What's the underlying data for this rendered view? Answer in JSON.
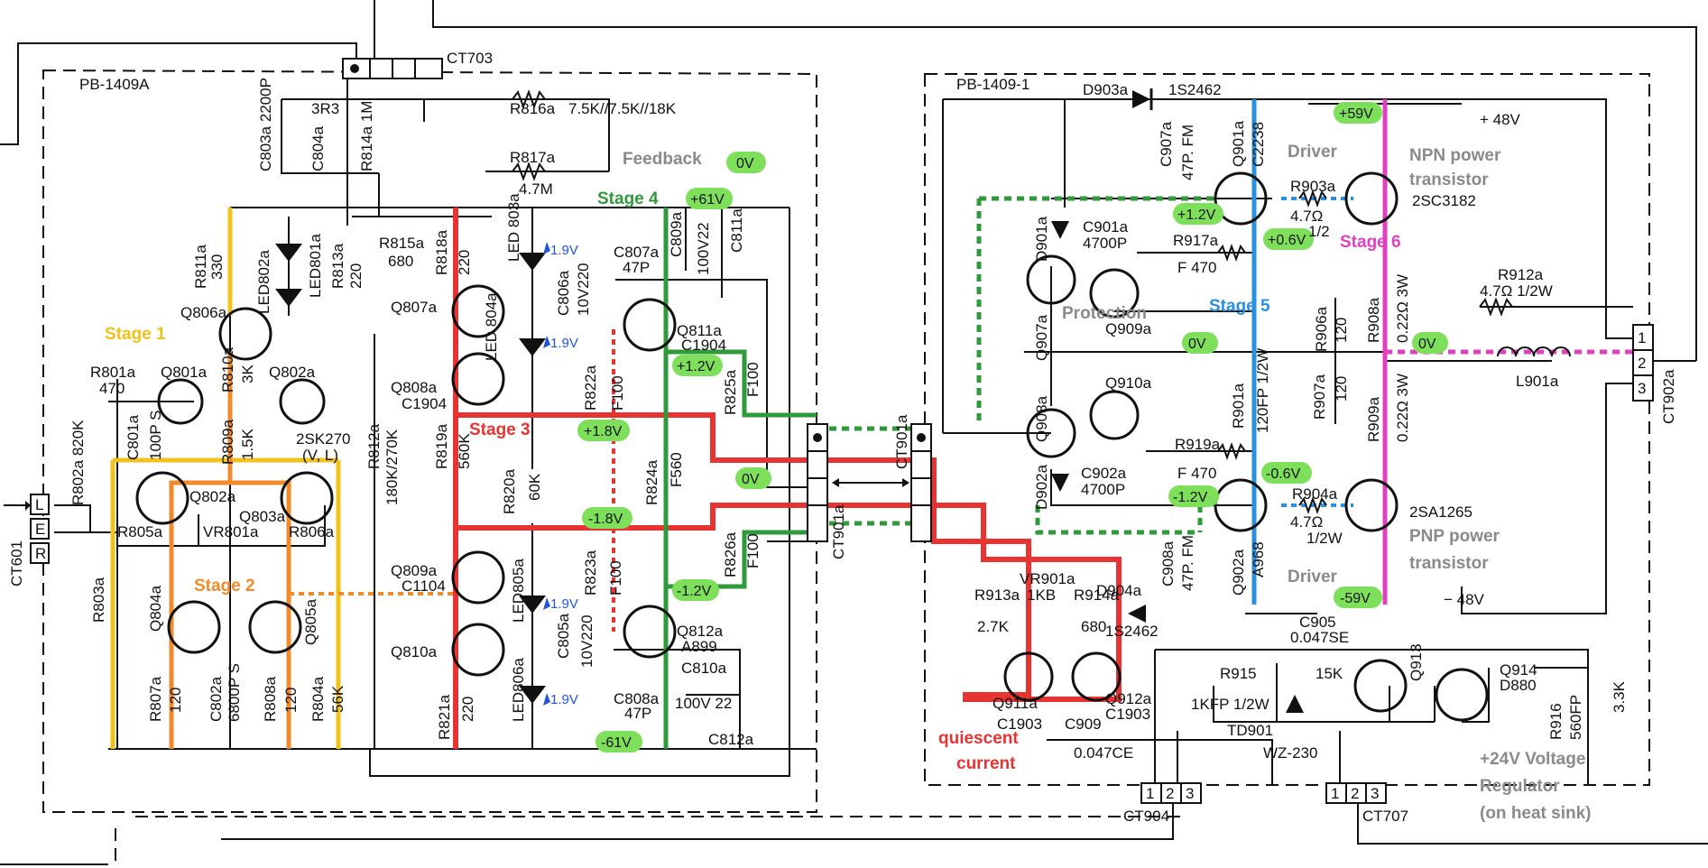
{
  "boards": {
    "left": "PB-1409A",
    "right": "PB-1409-1"
  },
  "connectors": {
    "ct703": "CT703",
    "ct601": "CT601",
    "ct601_pins": [
      "L",
      "E",
      "R"
    ],
    "ct901a_left": "CT901a",
    "ct901a_right": "CT901a",
    "ct902a": "CT902a",
    "ct902a_pins": [
      "1",
      "2",
      "3"
    ],
    "ct904": "CT904",
    "ct904_pins": [
      "1",
      "2",
      "3"
    ],
    "ct707": "CT707",
    "ct707_pins": [
      "1",
      "2",
      "3"
    ]
  },
  "annotations": {
    "stage1": "Stage 1",
    "stage2": "Stage 2",
    "stage3": "Stage 3",
    "stage4": "Stage 4",
    "stage5": "Stage 5",
    "stage6": "Stage 6",
    "feedback": "Feedback",
    "driver_top": "Driver",
    "driver_bottom": "Driver",
    "npn_power_1": "NPN power",
    "npn_power_2": "transistor",
    "pnp_power_1": "PNP power",
    "pnp_power_2": "transistor",
    "protection": "Protection",
    "quiescent_1": "quiescent",
    "quiescent_2": "current",
    "regulator_1": "+24V Voltage",
    "regulator_2": "Regulator",
    "regulator_3": "(on heat sink)"
  },
  "voltages": {
    "feedback": "0V",
    "stage4_top": "+61V",
    "q811": "+1.2V",
    "q822": "+1.8V",
    "center": "0V",
    "q823": "-1.8V",
    "q812": "-1.2V",
    "bottom": "-61V",
    "rail_pos": "+59V",
    "q901_base": "+1.2V",
    "q901_emit": "+0.6V",
    "protect_mid": "0V",
    "output": "0V",
    "q902_base": "-1.2V",
    "q902_emit": "-0.6V",
    "rail_neg": "-59V"
  },
  "led_voltages": [
    "1.9V",
    "1.9V",
    "1.9V",
    "1.9V"
  ],
  "labels_left": {
    "r801a": "R801a",
    "r801a_v": "470",
    "r802a": "R802a 820K",
    "r803a": "R803a",
    "r804a": "R804a",
    "r804a_v": "56K",
    "r805a": "R805a",
    "r806a": "R806a",
    "vr801a": "VR801a",
    "r807a": "R807a",
    "r807a_v": "120",
    "r808a": "R808a",
    "r808a_v": "120",
    "r809a": "R809a",
    "r809a_v": "1.5K",
    "r810a": "R810a",
    "r810a_v": "3K",
    "r811a": "R811a",
    "r811a_v": "330",
    "r812a": "R812a",
    "r812a_v": "180K/270K",
    "r813a": "R813a",
    "r813a_v": "220",
    "r814a": "R814a 1M",
    "r815a": "R815a",
    "r815a_v": "680",
    "r816a": "R816a",
    "r816a_v": "7.5K//7.5K//18K",
    "r817a": "R817a",
    "r817a_v": "4.7M",
    "r818a": "R818a",
    "r818a_v": "220",
    "r819a": "R819a",
    "r819a_v": "560K",
    "r820a": "R820a",
    "r820a_v": "60K",
    "r821a": "R821a",
    "r821a_v": "220",
    "r822a": "R822a",
    "r822a_v": "F100",
    "r823a": "R823a",
    "r823a_v": "F100",
    "r824a": "R824a",
    "r824a_v": "F560",
    "r825a": "R825a",
    "r825a_v": "F100",
    "r826a": "R826a",
    "r826a_v": "F100",
    "c801a": "C801a",
    "c801a_v": "100P S",
    "c802a": "C802a",
    "c802a_v": "6800P S",
    "c803a": "C803a 2200P",
    "c804a": "C804a",
    "c805a": "C805a",
    "c805a_v": "10V220",
    "c806a": "C806a",
    "c806a_v": "10V220",
    "c807a": "C807a",
    "c807a_v": "47P",
    "c808a": "C808a",
    "c808a_v": "47P",
    "c809a": "C809a",
    "c809a_v": "100V22",
    "c810a": "C810a",
    "c810a_v": "100V 22",
    "c811a": "C811a",
    "c812a": "C812a",
    "r3r3": "3R3",
    "q801a": "Q801a",
    "q802a": "Q802a",
    "q802a_part": "2SK270",
    "q802a_vl": "(V, L)",
    "q803a": "Q803a",
    "q802a_b": "Q802a",
    "q804a": "Q804a",
    "q805a": "Q805a",
    "q806a": "Q806a",
    "q807a": "Q807a",
    "q808a": "Q808a",
    "q808a_part": "C1904",
    "q809a": "Q809a",
    "q809a_part": "C1104",
    "q810a": "Q810a",
    "q811a": "Q811a",
    "q811a_part": "C1904",
    "q812a": "Q812a",
    "q812a_part": "A899",
    "led801a": "LED801a",
    "led802a": "LED802a",
    "led803a": "LED 803a",
    "led804a": "LED 804a",
    "led805a": "LED805a",
    "led806a": "LED806a"
  },
  "labels_right": {
    "d903a": "D903a",
    "d903a_part": "1S2462",
    "c907a": "C907a",
    "c907a_v": "47P. FM",
    "q901a": "Q901a",
    "q901a_part": "C2238",
    "r903a": "R903a",
    "r903a_v": "4.7Ω",
    "r903a_w": "1/2",
    "npn_part": "2SC3182",
    "plus48": "+ 48V",
    "minus48": "− 48V",
    "d901a": "D901a",
    "c901a": "C901a",
    "c901a_v": "4700P",
    "r917a": "R917a",
    "r917a_v": "F  470",
    "q907a": "Q907a",
    "q909a": "Q909a",
    "r906a": "R906a",
    "r906a_v": "120",
    "r908a": "R908a",
    "r908a_v": "0.22Ω 3W",
    "r912a": "R912a",
    "r912a_v": "4.7Ω 1/2W",
    "l901a": "L901a",
    "q908a": "Q908a",
    "q910a": "Q910a",
    "r901a": "R901a",
    "r901a_v": "120FP 1/2W",
    "r907a": "R907a",
    "r907a_v": "120",
    "r909a": "R909a",
    "r909a_v": "0.22Ω 3W",
    "r919a": "R919a",
    "r919a_v": "F  470",
    "d902a": "D902a",
    "c902a": "C902a",
    "c902a_v": "4700P",
    "r904a": "R904a",
    "r904a_v": "4.7Ω",
    "r904a_w": "1/2W",
    "pnp_part": "2SA1265",
    "c908a": "C908a",
    "c908a_v": "47P. FM",
    "q902a": "Q902a",
    "q902a_part": "A968",
    "d904a": "D904a",
    "d904a_part": "1S2462",
    "r913a": "R913a",
    "r913a_v": "2.7K",
    "vr901a": "VR901a",
    "vr901a_v": "1KB",
    "r914a": "R914a",
    "r914a_v": "680",
    "q911a": "Q911a",
    "q911a_part": "C1903",
    "q912a": "Q912a",
    "q912a_part": "C1903",
    "c909": "C909",
    "c909_v": "0.047CE",
    "c905": "C905",
    "c905_v": "0.047SE",
    "r915": "R915",
    "r915_v": "1KFP 1/2W",
    "r15k": "15K",
    "td901": "TD901",
    "td901_part": "WZ-230",
    "q913": "Q913",
    "q914": "Q914",
    "q914_part": "D880",
    "r916": "R916",
    "r916_v": "560FP",
    "r33k": "3.3K"
  }
}
